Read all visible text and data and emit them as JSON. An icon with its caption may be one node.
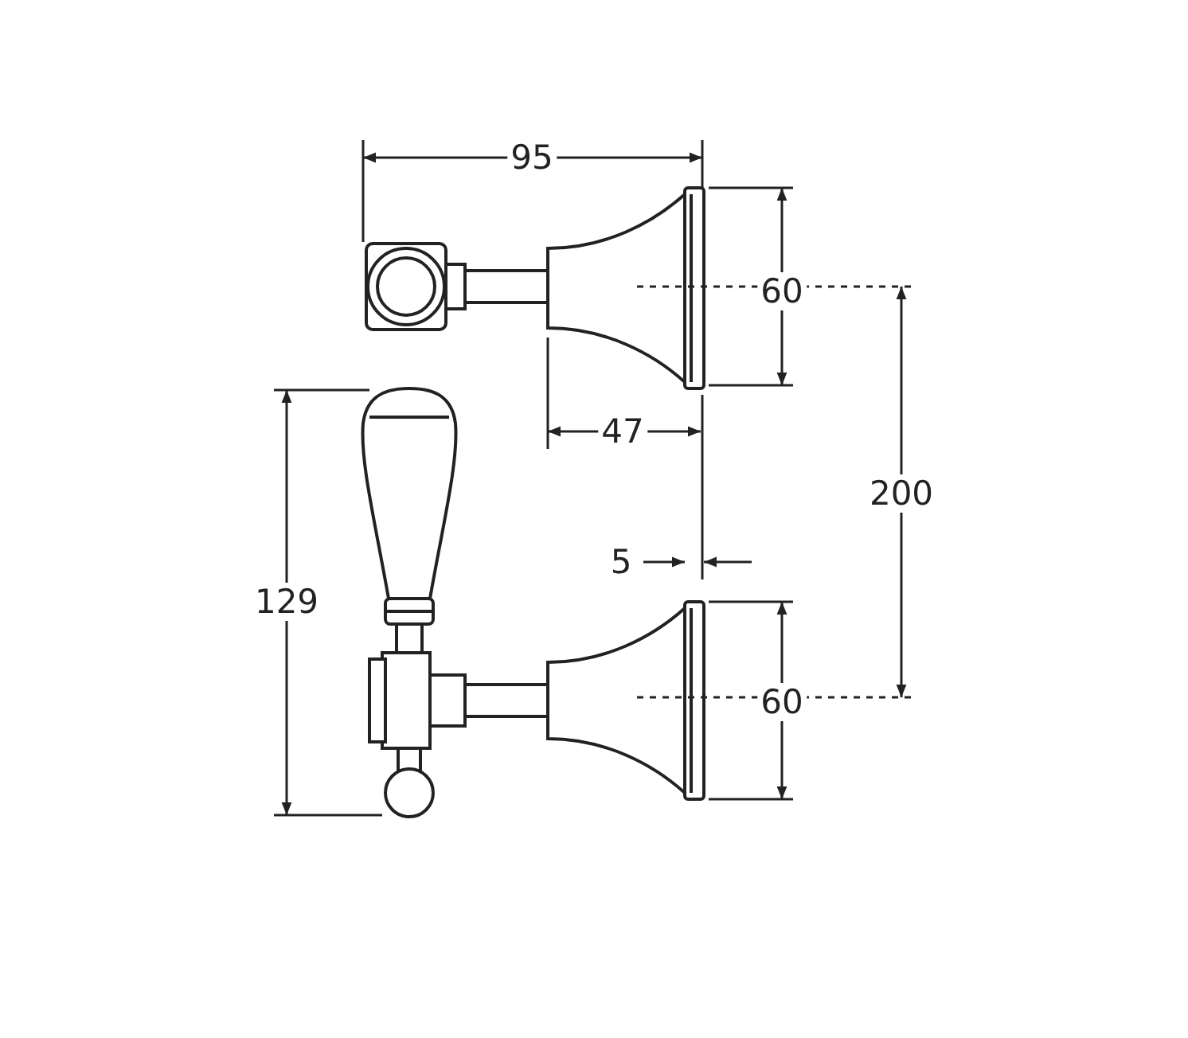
{
  "diagram": {
    "labels": [
      "95",
      "60",
      "47",
      "200",
      "5",
      "129",
      "60"
    ]
  }
}
